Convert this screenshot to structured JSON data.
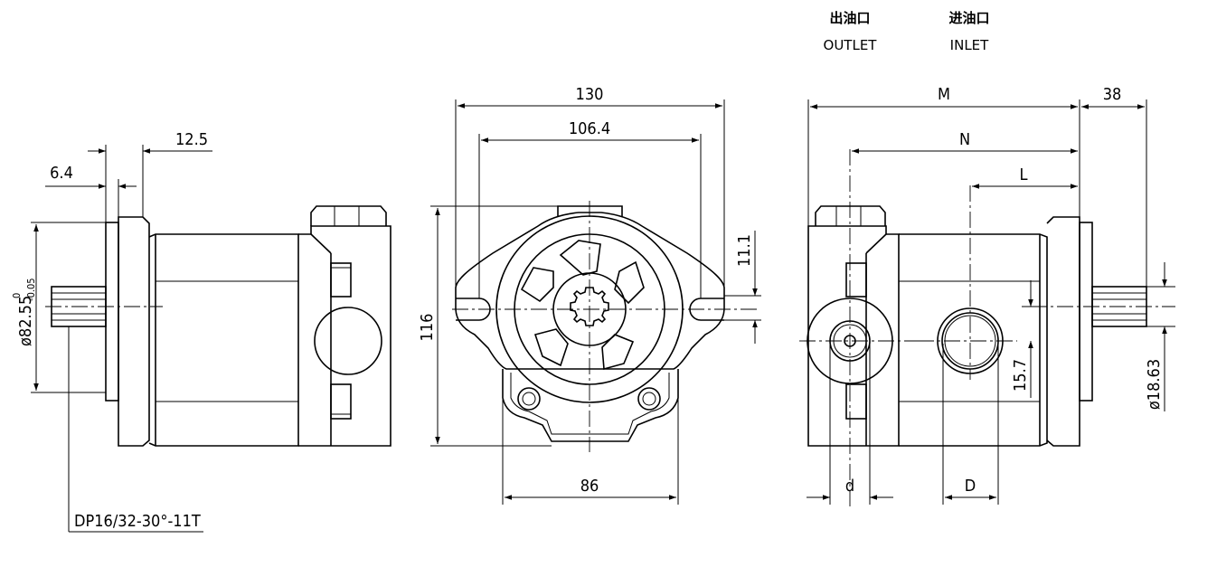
{
  "header": {
    "outlet_cn": "出油口",
    "outlet_en": "OUTLET",
    "inlet_cn": "进油口",
    "inlet_en": "INLET"
  },
  "side_view": {
    "dim_flange": "12.5",
    "dim_pilot": "6.4",
    "dim_pilot_dia_main": "ø82.55",
    "dim_pilot_dia_upper": "0",
    "dim_pilot_dia_lower": "-0.05",
    "spline_spec": "DP16/32-30°-11T"
  },
  "front_view": {
    "dim_width": "130",
    "dim_bolt_spacing": "106.4",
    "dim_height": "116",
    "dim_ear": "11.1",
    "dim_base": "86"
  },
  "port_view": {
    "dim_m": "M",
    "dim_38": "38",
    "dim_n": "N",
    "dim_l": "L",
    "dim_offset": "15.7",
    "dim_shaft_dia": "ø18.63",
    "dim_outlet_d": "d",
    "dim_inlet_d": "D"
  }
}
